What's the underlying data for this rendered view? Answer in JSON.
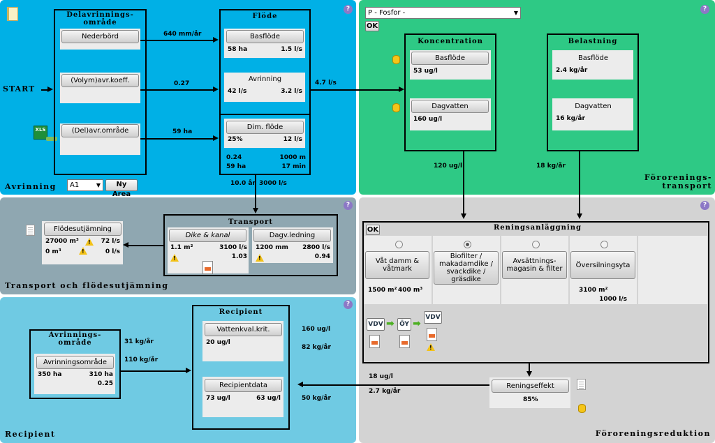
{
  "app_icon": "notebook-icon",
  "help_symbol": "?",
  "colors": {
    "runoff_panel": "#00b0e6",
    "transport_pollution_panel": "#2ec985",
    "transport_panel": "#8fa7b1",
    "reduction_panel": "#d3d3d3",
    "recipient_panel": "#6fcae3",
    "warning": "#f3c218",
    "help": "#8c78c6"
  },
  "avrinning": {
    "title": "Avrinning",
    "area_select": "A1",
    "new_area_button": "Ny Area",
    "start_label": "START",
    "excel_icon_label": "XLS",
    "delavrinning": {
      "title": "Delavrinnings-\nområde",
      "nederbord_button": "Nederbörd",
      "avrkoeff_button": "(Volym)avr.koeff.",
      "delavromrade_button": "(Del)avr.område"
    },
    "arrows": {
      "nederbord_value": "640 mm/år",
      "koeff_value": "0.27",
      "area_value": "59 ha",
      "flode_out_value": "4.7 l/s",
      "dim_below_left": "10.0 år",
      "dim_below_right": "3000 l/s"
    },
    "flode": {
      "title": "Flöde",
      "basflode_button": "Basflöde",
      "basflode_area": "58 ha",
      "basflode_flow": "1.5 l/s",
      "avrinning_label": "Avrinning",
      "avrinning_left": "42 l/s",
      "avrinning_right": "3.2 l/s",
      "dim_button": "Dim. flöde",
      "dim_pct": "25%",
      "dim_flow": "12 l/s",
      "dim_coeff": "0.24",
      "dim_length": "1000 m",
      "dim_area": "59 ha",
      "dim_time": "17 min"
    }
  },
  "fororening": {
    "title": "Förorenings-\ntransport",
    "substance_select": "P - Fosfor -",
    "ok_label": "OK",
    "koncentration": {
      "title": "Koncentration",
      "basflode_button": "Basflöde",
      "basflode_value": "53 ug/l",
      "dagvatten_button": "Dagvatten",
      "dagvatten_value": "160 ug/l"
    },
    "belastning": {
      "title": "Belastning",
      "basflode_label": "Basflöde",
      "basflode_value": "2.4 kg/år",
      "dagvatten_label": "Dagvatten",
      "dagvatten_value": "16 kg/år"
    },
    "arrows": {
      "conc_out": "120 ug/l",
      "load_out": "18 kg/år"
    }
  },
  "transport": {
    "title": "Transport och flödesutjämning",
    "box_title": "Transport",
    "dike_button": "Dike & kanal",
    "dike_area": "1.1 m²",
    "dike_flow": "3100 l/s",
    "dike_value": "1.03",
    "dagv_button": "Dagv.ledning",
    "dagv_diam": "1200 mm",
    "dagv_flow": "2800 l/s",
    "dagv_value": "0.94",
    "utj_button": "Flödesutjämning",
    "utj_vol1": "27000 m³",
    "utj_flow1": "72 l/s",
    "utj_vol2": "0 m³",
    "utj_flow2": "0 l/s"
  },
  "rening": {
    "title": "Föroreningsreduktion",
    "ok_label": "OK",
    "box_title": "Reningsanläggning",
    "options": [
      {
        "label": "Våt damm & våtmark",
        "value_left": "1500 m²",
        "value_right": "400 m³",
        "selected": false
      },
      {
        "label": "Biofilter / makadamdike / svackdike / gräsdike",
        "selected": true
      },
      {
        "label": "Avsättnings-magasin & filter",
        "selected": false
      },
      {
        "label": "Översilningsyta",
        "value_area": "3100 m²",
        "value_flow": "1000 l/s",
        "selected": false
      }
    ],
    "chain": [
      "VDV",
      "ÖY",
      "VDV"
    ],
    "effekt_button": "Reningseffekt",
    "effekt_value": "85%",
    "arrow_values": {
      "top": "18 ug/l",
      "bottom": "2.7 kg/år"
    }
  },
  "recipient": {
    "title": "Recipient",
    "avr": {
      "title": "Avrinnings-\nområde",
      "button": "Avrinningsområde",
      "area_ha": "350 ha",
      "area_right": "310 ha",
      "coeff": "0.25",
      "load_top": "31 kg/år",
      "load_bottom": "110 kg/år"
    },
    "box_title": "Recipient",
    "vatten_button": "Vattenkval.krit.",
    "vatten_value": "20 ug/l",
    "recdata_button": "Recipientdata",
    "rec_left": "73 ug/l",
    "rec_right": "63 ug/l",
    "side_values": {
      "top": "160 ug/l",
      "mid": "82 kg/år",
      "bottom": "50 kg/år"
    }
  }
}
